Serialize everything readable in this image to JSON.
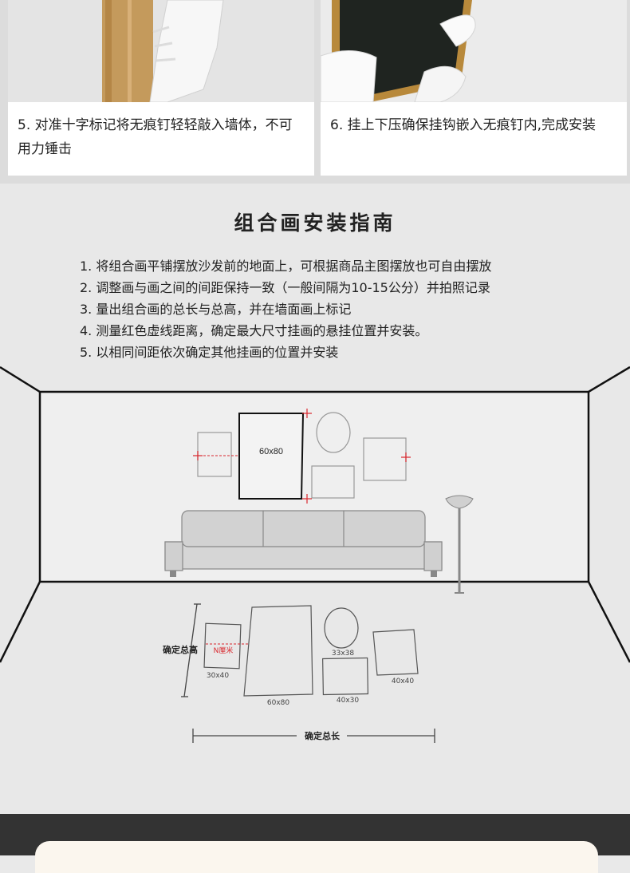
{
  "steps": [
    {
      "label": "5. 对准十字标记将无痕钉轻轻敲入墙体，不可用力锤击"
    },
    {
      "label": "6. 挂上下压确保挂钩嵌入无痕钉内,完成安装"
    }
  ],
  "guide": {
    "title": "组合画安装指南",
    "items": [
      "1. 将组合画平铺摆放沙发前的地面上，可根据商品主图摆放也可自由摆放",
      "2. 调整画与画之间的间距保持一致（一般间隔为10-15公分）并拍照记录",
      "3. 量出组合画的总长与总高，并在墙面画上标记",
      "4. 测量红色虚线距离，确定最大尺寸挂画的悬挂位置并安装。",
      "5. 以相同间距依次确定其他挂画的位置并安装"
    ]
  },
  "diagram": {
    "wall_frame_label": "60x80",
    "floor_labels": {
      "total_height": "确定总高",
      "offset": "N厘米",
      "f30x40": "30x40",
      "f60x80": "60x80",
      "f33x38": "33x38",
      "f40x30": "40x30",
      "f40x40": "40x40",
      "total_length": "确定总长"
    },
    "accent_color": "#d9262c"
  }
}
